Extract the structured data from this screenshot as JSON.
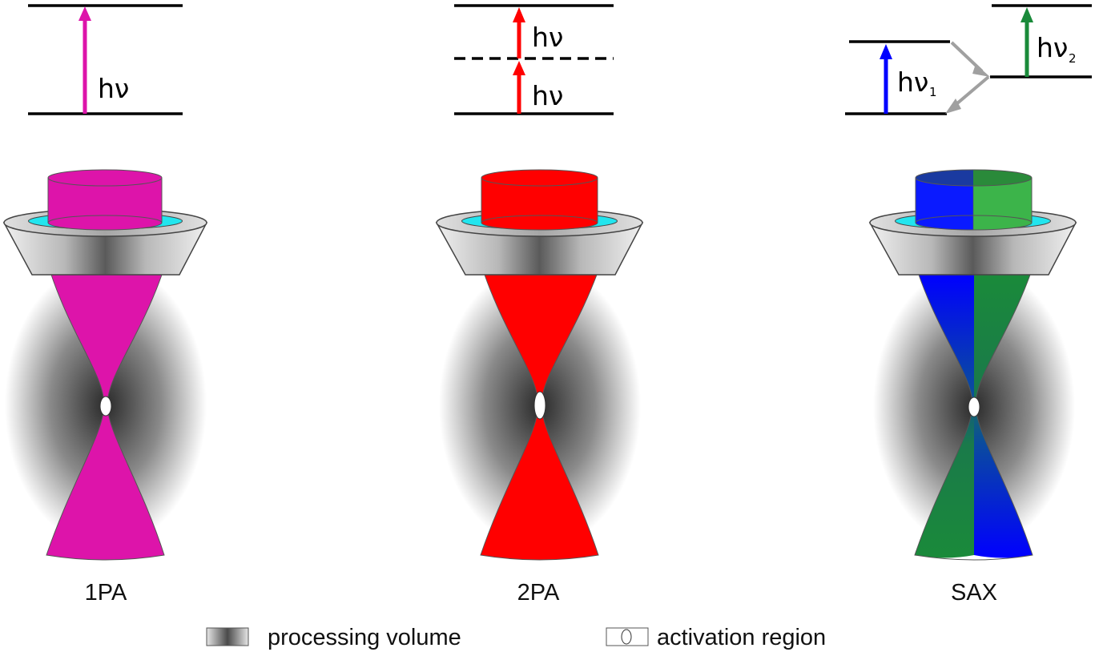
{
  "panels": [
    {
      "caption": "1PA",
      "label_upper": "hν",
      "color_beam": "#dd14aa",
      "color_arrow": "#dd14aa"
    },
    {
      "caption": "2PA",
      "label_step1": "hν",
      "label_step2": "hν",
      "color_beam": "#ff0000",
      "color_arrow": "#ff0000"
    },
    {
      "caption": "SAX",
      "label_excite": "hν",
      "label_excite_sub": "1",
      "label_probe": "hν",
      "label_probe_sub": "2",
      "color_excite": "#0000ff",
      "color_probe": "#1a8a3a",
      "color_transfer_arrow": "#a0a0a0"
    }
  ],
  "legend": {
    "processing_volume": "processing volume",
    "activation_region": "activation region"
  },
  "colors": {
    "objective_ring": "#22e5ee",
    "lens_shading": "#9a9a9a"
  }
}
